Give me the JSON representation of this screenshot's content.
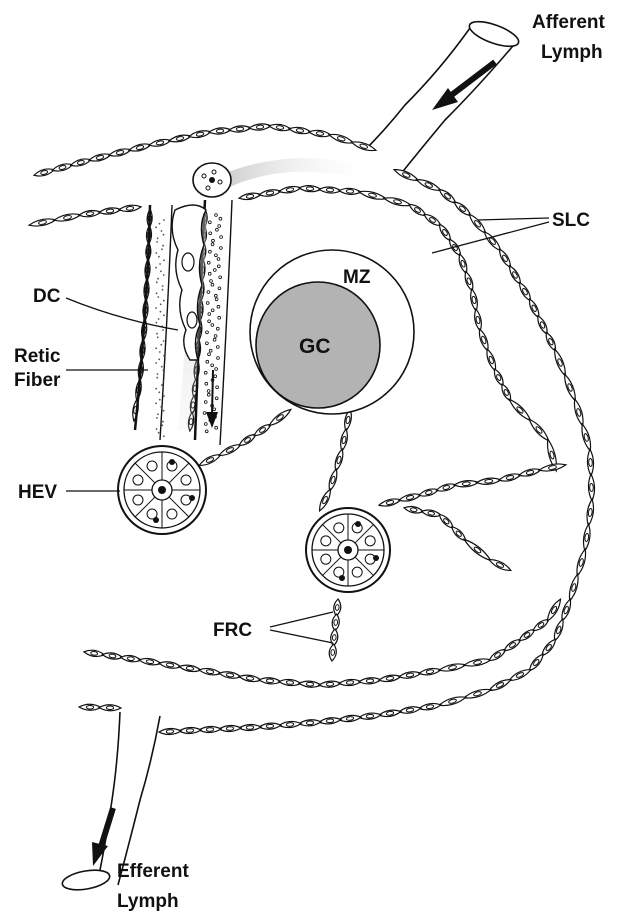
{
  "labels": {
    "afferent_line1": "Afferent",
    "afferent_line2": "Lymph",
    "efferent_line1": "Efferent",
    "efferent_line2": "Lymph",
    "slc": "SLC",
    "mz": "MZ",
    "gc": "GC",
    "dc": "DC",
    "retic_line1": "Retic",
    "retic_line2": "Fiber",
    "hev": "HEV",
    "frc": "FRC"
  },
  "colors": {
    "ink": "#111111",
    "gc_fill": "#b3b3b3",
    "gradient": "#c8c8c8",
    "background": "#ffffff"
  }
}
